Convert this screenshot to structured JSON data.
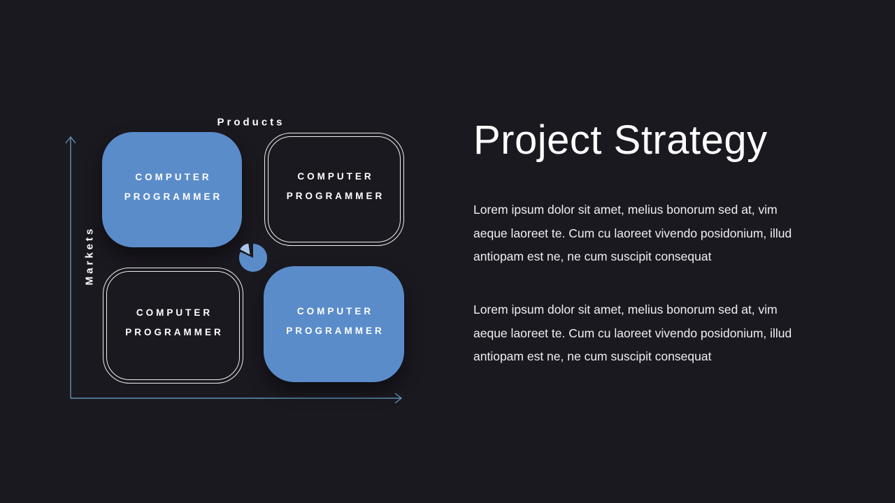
{
  "colors": {
    "background": "#1B1920",
    "primary_blue": "#5B8CCA",
    "light_blue": "#A9C6E8",
    "axis": "#5E93B5",
    "text_white": "#FFFFFF",
    "body_text": "#EFEFF2"
  },
  "matrix": {
    "x_axis_label": "Products",
    "y_axis_label": "Markets",
    "center_icon": "pie-chart-icon",
    "quadrants": [
      {
        "position": "top-left",
        "variant": "filled-blue",
        "line1": "COMPUTER",
        "line2": "PROGRAMMER"
      },
      {
        "position": "top-right",
        "variant": "outlined",
        "line1": "COMPUTER",
        "line2": "PROGRAMMER"
      },
      {
        "position": "bottom-left",
        "variant": "outlined",
        "line1": "COMPUTER",
        "line2": "PROGRAMMER"
      },
      {
        "position": "bottom-right",
        "variant": "filled-blue",
        "line1": "COMPUTER",
        "line2": "PROGRAMMER"
      }
    ]
  },
  "content": {
    "title": "Project Strategy",
    "paragraphs": [
      {
        "lines": [
          "Lorem ipsum dolor sit amet, melius bonorum sed at, vim",
          "aeque laoreet te. Cum cu laoreet vivendo posidonium, illud",
          "antiopam est ne, ne cum suscipit consequat"
        ]
      },
      {
        "lines": [
          "Lorem ipsum dolor sit amet, melius bonorum sed at, vim",
          "aeque laoreet te. Cum cu laoreet vivendo posidonium, illud",
          "antiopam est ne, ne cum suscipit consequat"
        ]
      }
    ]
  }
}
